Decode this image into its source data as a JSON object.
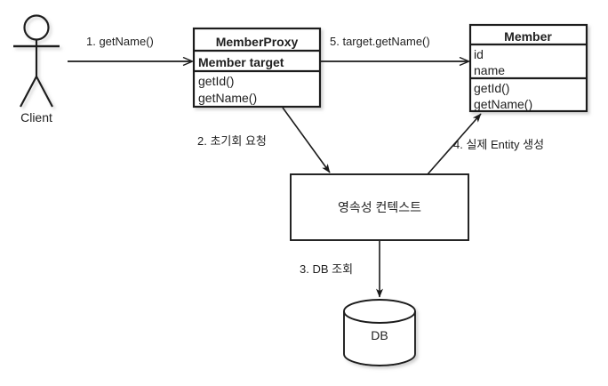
{
  "diagram": {
    "type": "uml-sequence-collaboration",
    "background": "#ffffff",
    "stroke_color": "#1a1a1a",
    "text_color": "#1f1f1f",
    "actor": {
      "name": "Client",
      "label": "Client"
    },
    "classes": [
      {
        "id": "member-proxy",
        "title": "MemberProxy",
        "attributes": [
          "Member target"
        ],
        "operations": [
          "getId()",
          "getName()"
        ]
      },
      {
        "id": "member",
        "title": "Member",
        "attributes": [
          "id",
          "name"
        ],
        "operations": [
          "getId()",
          "getName()"
        ]
      }
    ],
    "nodes": [
      {
        "id": "persistence-context",
        "label": "영속성 컨텍스트",
        "shape": "rectangle"
      },
      {
        "id": "database",
        "label": "DB",
        "shape": "cylinder"
      }
    ],
    "edges": [
      {
        "id": "edge-1",
        "label": "1. getName()",
        "from": "Client",
        "to": "MemberProxy"
      },
      {
        "id": "edge-2",
        "label": "2. 초기회 요청",
        "from": "MemberProxy",
        "to": "영속성 컨텍스트"
      },
      {
        "id": "edge-3",
        "label": "3. DB 조회",
        "from": "영속성 컨텍스트",
        "to": "DB"
      },
      {
        "id": "edge-4",
        "label": "4. 실제 Entity 생성",
        "from": "영속성 컨텍스트",
        "to": "Member"
      },
      {
        "id": "edge-5",
        "label": "5. target.getName()",
        "from": "MemberProxy",
        "to": "Member"
      }
    ]
  }
}
